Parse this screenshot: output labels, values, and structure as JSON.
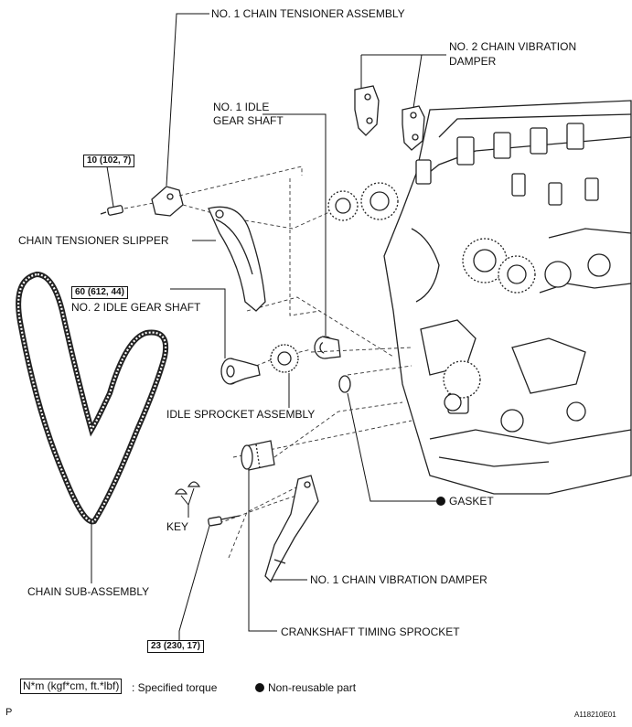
{
  "labels": {
    "tensioner": "NO. 1 CHAIN TENSIONER ASSEMBLY",
    "damper2_line1": "NO. 2 CHAIN VIBRATION",
    "damper2_line2": "DAMPER",
    "idle_shaft1_line1": "NO. 1 IDLE",
    "idle_shaft1_line2": "GEAR SHAFT",
    "slipper": "CHAIN TENSIONER SLIPPER",
    "idle_shaft2": "NO. 2 IDLE GEAR SHAFT",
    "idle_sprocket": "IDLE SPROCKET ASSEMBLY",
    "gasket": "GASKET",
    "key": "KEY",
    "damper1": "NO. 1 CHAIN VIBRATION DAMPER",
    "chain": "CHAIN SUB-ASSEMBLY",
    "crank_sprocket": "CRANKSHAFT TIMING SPROCKET"
  },
  "torques": {
    "tensioner_bolt": "10 (102, 7)",
    "idle_shaft2": "60 (612, 44)",
    "damper1_bolt": "23 (230, 17)"
  },
  "legend": {
    "torque_unit": "N*m (kgf*cm, ft.*lbf)",
    "torque_text": ": Specified torque",
    "nonreusable_text": "Non-reusable part"
  },
  "corner": {
    "left_mark": "P",
    "figure_id": "A118210E01"
  }
}
